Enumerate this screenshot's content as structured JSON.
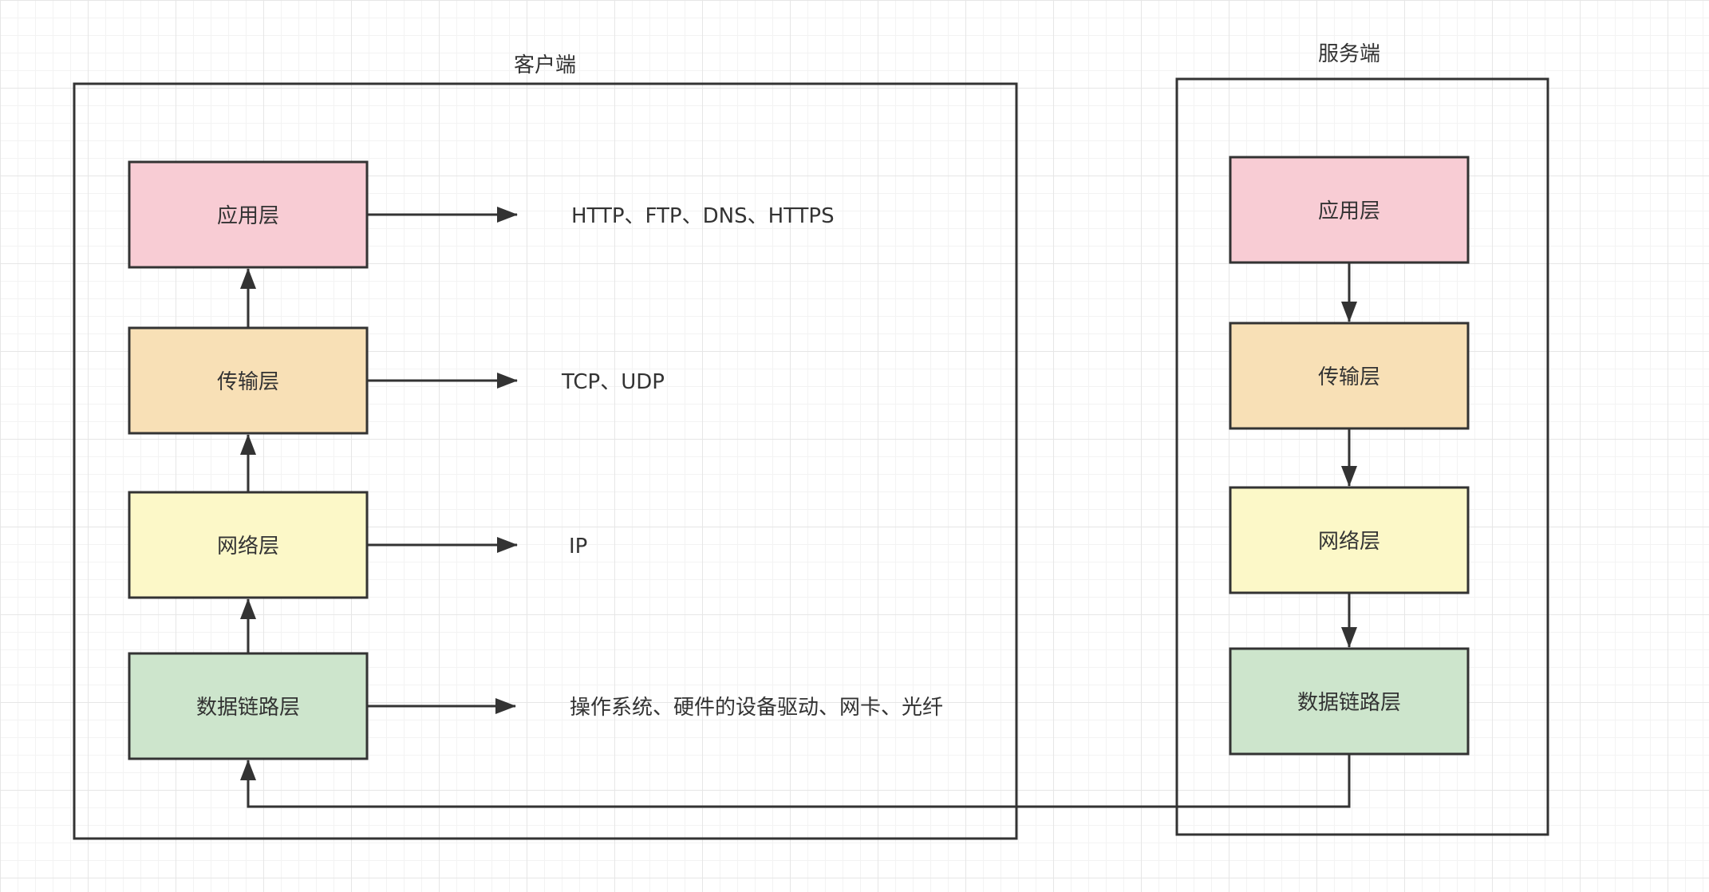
{
  "colors": {
    "application": "#f8ccd4",
    "transport": "#f8e0b6",
    "network": "#fcf8c8",
    "datalink": "#cde5cc",
    "stroke": "#333333",
    "grid": "#e6e6e6"
  },
  "client": {
    "title": "客户端",
    "layers": {
      "application": "应用层",
      "transport": "传输层",
      "network": "网络层",
      "datalink": "数据链路层"
    },
    "protocols": {
      "application": "HTTP、FTP、DNS、HTTPS",
      "transport": "TCP、UDP",
      "network": "IP",
      "datalink": "操作系统、硬件的设备驱动、网卡、光纤"
    }
  },
  "server": {
    "title": "服务端",
    "layers": {
      "application": "应用层",
      "transport": "传输层",
      "network": "网络层",
      "datalink": "数据链路层"
    }
  }
}
